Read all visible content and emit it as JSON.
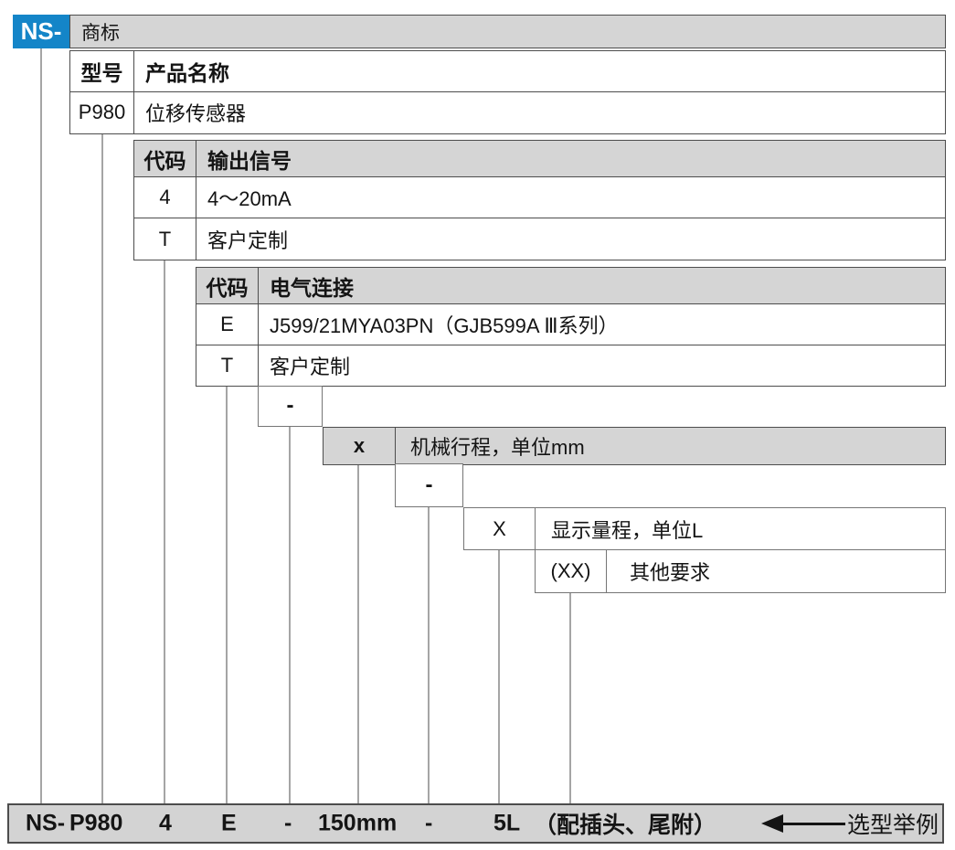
{
  "colors": {
    "brand_blue": "#1485c8",
    "header_gray": "#d5d5d5",
    "bar_gray": "#d3d3d3",
    "border_dark": "#4d4d4d",
    "connector_gray": "#a5a5a5"
  },
  "diagram": {
    "prefix": "NS-",
    "trademark": "商标",
    "model_table": {
      "col_code": "型号",
      "col_name": "产品名称",
      "rows": [
        {
          "code": "P980",
          "name": "位移传感器"
        }
      ]
    },
    "signal_table": {
      "col_code": "代码",
      "col_name": "输出信号",
      "rows": [
        {
          "code": "4",
          "name": "4～20mA"
        },
        {
          "code": "T",
          "name": "客户定制"
        }
      ]
    },
    "electric_table": {
      "col_code": "代码",
      "col_name": "电气连接",
      "rows": [
        {
          "code": "E",
          "name": "J599/21MYA03PN（GJB599A Ⅲ系列）"
        },
        {
          "code": "T",
          "name": "客户定制"
        }
      ]
    },
    "separator1": "-",
    "stroke_row": {
      "code": "x",
      "name": "机械行程，单位mm"
    },
    "separator2": "-",
    "range_row": {
      "code": "X",
      "name": "显示量程，单位L"
    },
    "other_row": {
      "code": "(XX)",
      "name": "其他要求"
    },
    "example_bar": {
      "segments": [
        "NS-",
        "P980",
        "4",
        "E",
        "-",
        "150mm",
        "-",
        "5L",
        "（配插头、尾附）"
      ],
      "note": "选型举例"
    }
  }
}
